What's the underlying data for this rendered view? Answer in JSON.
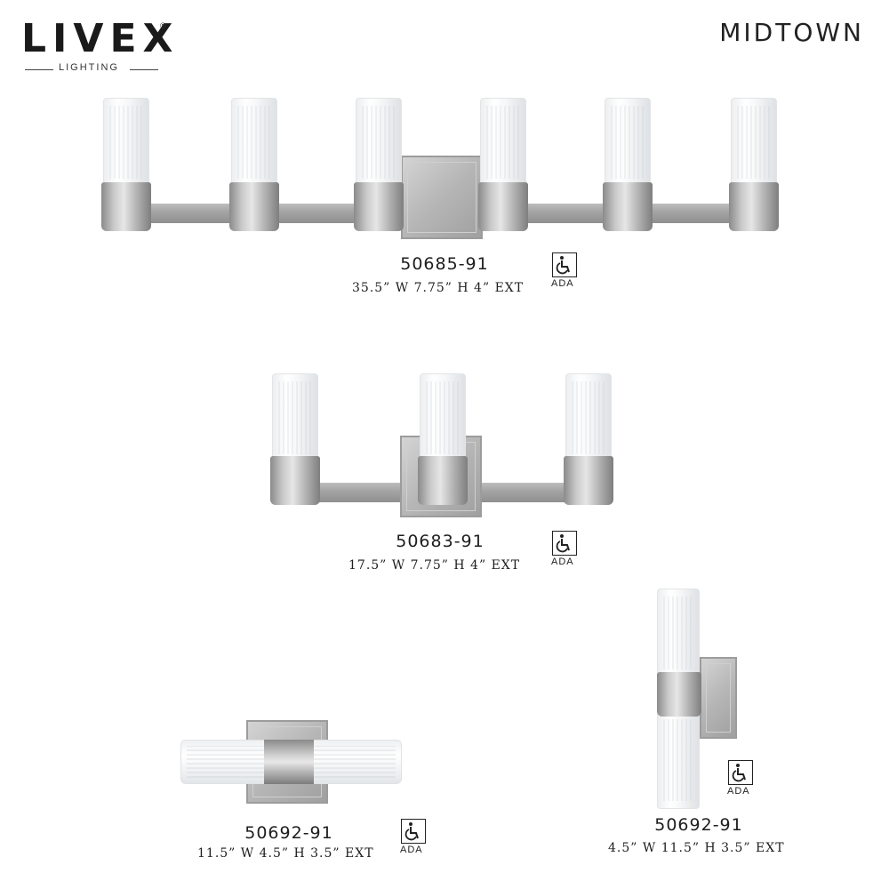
{
  "brand": {
    "name": "LIVEX",
    "registered": "®",
    "subtitle": "LIGHTING"
  },
  "collection": "MIDTOWN",
  "products": [
    {
      "model": "50685-91",
      "dims": "35.5” W  7.75” H  4” EXT",
      "badge": "ADA"
    },
    {
      "model": "50683-91",
      "dims": "17.5” W  7.75” H  4” EXT",
      "badge": "ADA"
    },
    {
      "model": "50692-91",
      "dims": "11.5” W  4.5” H  3.5” EXT",
      "badge": "ADA"
    },
    {
      "model": "50692-91",
      "dims": "4.5” W  11.5” H  3.5” EXT",
      "badge": "ADA"
    }
  ],
  "icons": {
    "ada": "wheelchair-icon"
  },
  "colors": {
    "finish": "#a8a8a8",
    "text": "#1e1e1e",
    "glass": "#f4f5f6"
  }
}
